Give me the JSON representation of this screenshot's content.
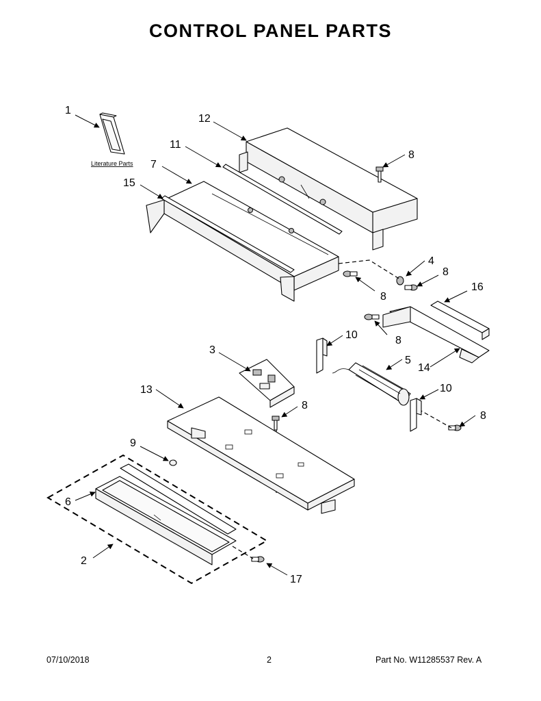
{
  "title": "CONTROL PANEL PARTS",
  "literature_label": "Literature Parts",
  "callouts": {
    "c1": "1",
    "c2": "2",
    "c3": "3",
    "c4": "4",
    "c5": "5",
    "c6": "6",
    "c7": "7",
    "c8a": "8",
    "c8b": "8",
    "c8c": "8",
    "c8d": "8",
    "c8e": "8",
    "c8f": "8",
    "c9": "9",
    "c10a": "10",
    "c10b": "10",
    "c11": "11",
    "c12": "12",
    "c13": "13",
    "c14": "14",
    "c15": "15",
    "c16": "16",
    "c17": "17"
  },
  "footer": {
    "date": "07/10/2018",
    "page": "2",
    "part_no": "Part No.  W11285537  Rev.  A"
  }
}
